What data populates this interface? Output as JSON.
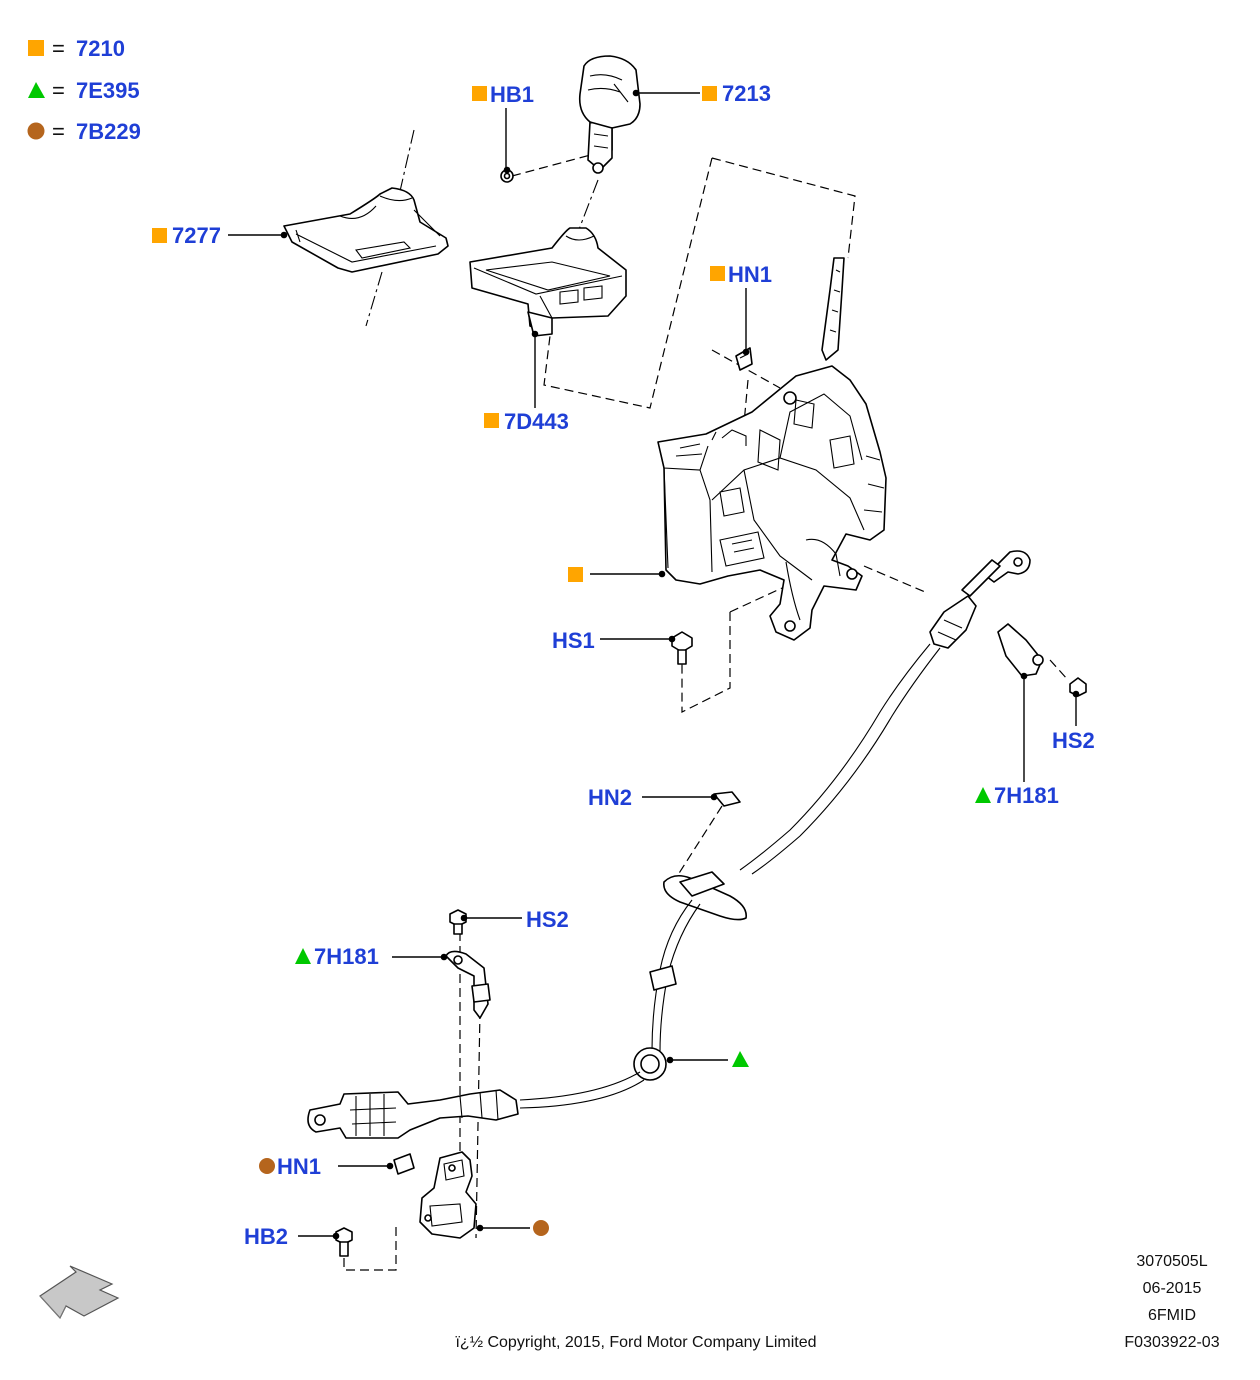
{
  "colors": {
    "label_blue": "#1f3fd6",
    "square_orange": "#ffa500",
    "triangle_green": "#00c800",
    "circle_brown": "#b5651d"
  },
  "legend": [
    {
      "symbol": "square",
      "equals": "=",
      "code": "7210"
    },
    {
      "symbol": "triangle",
      "equals": "=",
      "code": "7E395"
    },
    {
      "symbol": "circle",
      "equals": "=",
      "code": "7B229"
    }
  ],
  "callouts": {
    "hb1": "HB1",
    "k7213": "7213",
    "k7277": "7277",
    "hn1_top": "HN1",
    "k7d443": "7D443",
    "hs1": "HS1",
    "hs2_right": "HS2",
    "k7h181_right": "7H181",
    "hn2": "HN2",
    "hs2_left": "HS2",
    "k7h181_left": "7H181",
    "hn1_bottom": "HN1",
    "hb2": "HB2"
  },
  "meta": {
    "ref": "3070505L",
    "date": "06-2015",
    "model": "6FMID",
    "figure": "F0303922-03",
    "copyright": "ï¿½ Copyright, 2015, Ford Motor Company Limited"
  },
  "icons": [
    "direction-arrow-icon",
    "legend-square-icon",
    "legend-triangle-icon",
    "legend-circle-icon"
  ]
}
